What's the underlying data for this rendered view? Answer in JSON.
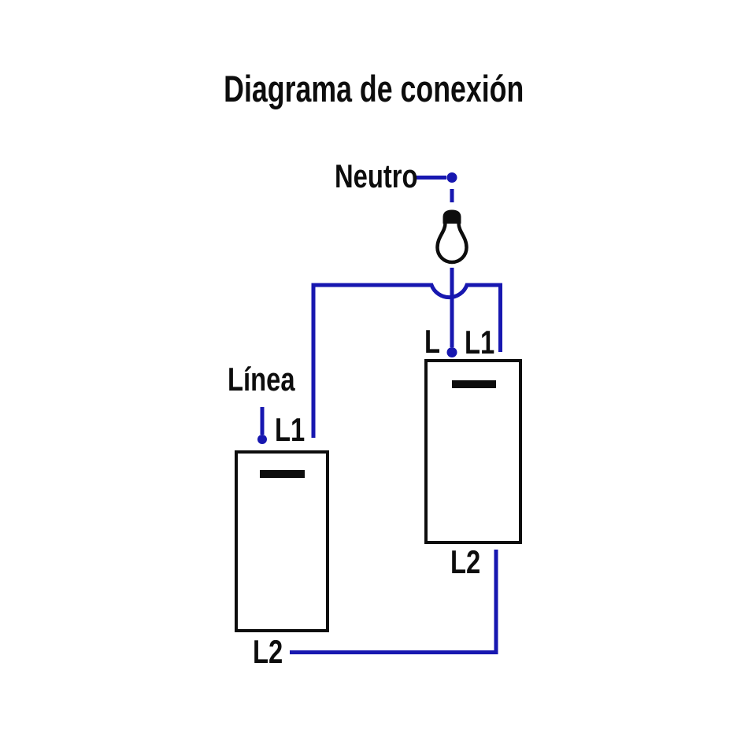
{
  "title": "Diagrama de conexión",
  "colors": {
    "wire": "#1717b0",
    "ink": "#0d0d0d",
    "background": "#ffffff"
  },
  "labels": {
    "neutral": "Neutro",
    "line": "Línea",
    "left_switch": {
      "top_terminal": "L1",
      "bottom_terminal": "L2"
    },
    "right_switch": {
      "common_terminal": "L",
      "top_terminal": "L1",
      "bottom_terminal": "L2"
    }
  },
  "icons": {
    "bulb": "light-bulb-icon",
    "connection_dots": "terminal-dot-icon"
  }
}
